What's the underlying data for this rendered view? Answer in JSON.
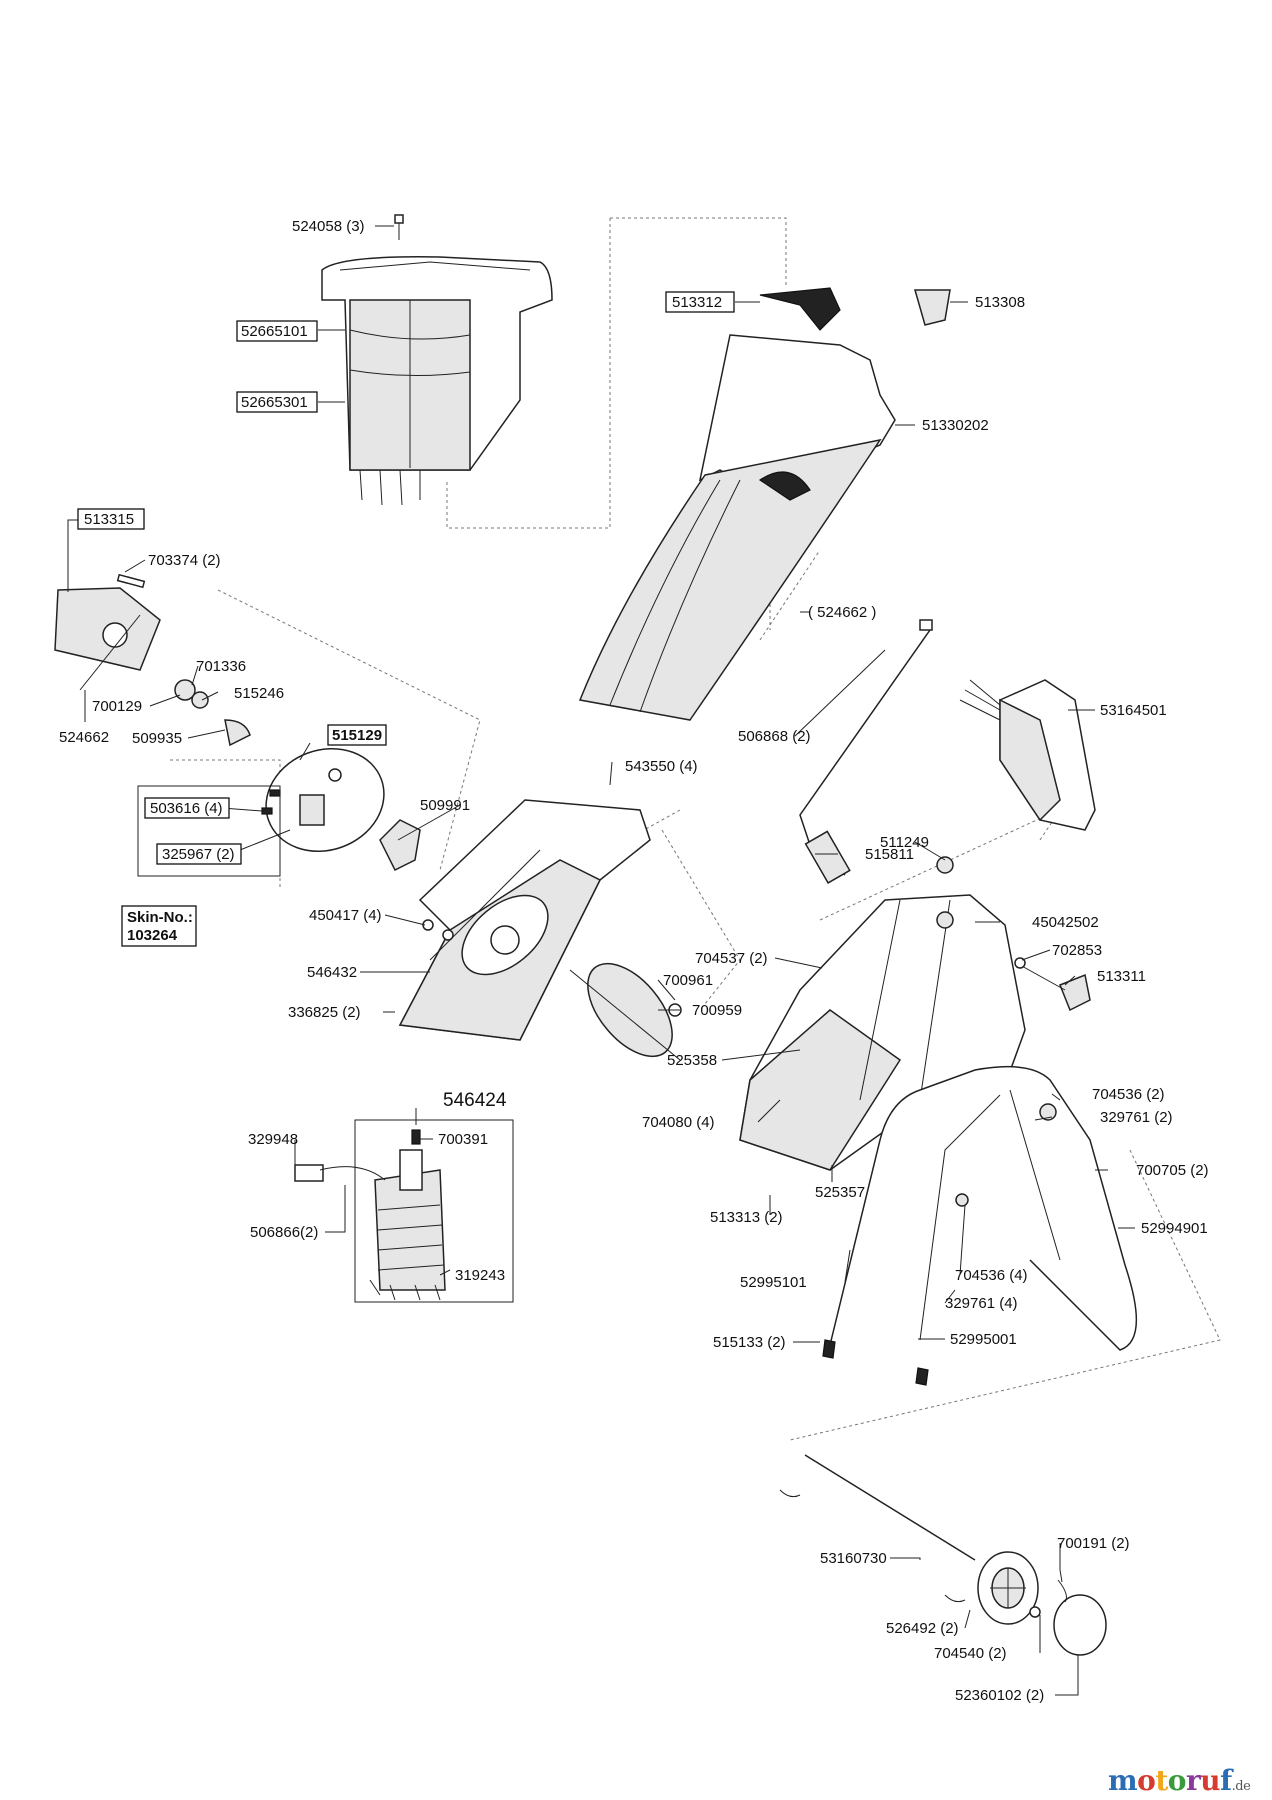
{
  "labels": {
    "l524058": "524058 (3)",
    "l52665101": "52665101",
    "l52665301": "52665301",
    "l513312": "513312",
    "l513308": "513308",
    "l51330202": "51330202",
    "l513315": "513315",
    "l703374": "703374 (2)",
    "l524662p": "( 524662 )",
    "l701336": "701336",
    "l700129": "700129",
    "l515246": "515246",
    "l524662": "524662",
    "l509935": "509935",
    "l515129": "515129",
    "l503616": "503616 (4)",
    "l325967": "325967 (2)",
    "l509991": "509991",
    "l543550": "543550 (4)",
    "l506868": "506868 (2)",
    "l53164501": "53164501",
    "l515811": "515811",
    "l511249": "511249",
    "l450417": "450417 (4)",
    "l45042502": "45042502",
    "l704537": "704537 (2)",
    "l702853": "702853",
    "l546432": "546432",
    "l700961": "700961",
    "l513311": "513311",
    "l336825": "336825 (2)",
    "l700959": "700959",
    "l525358": "525358",
    "l704536a": "704536 (2)",
    "l546424": "546424",
    "l704080": "704080 (4)",
    "l329761a": "329761 (2)",
    "l329948": "329948",
    "l700391": "700391",
    "l700705": "700705 (2)",
    "l525357": "525357",
    "l513313": "513313 (2)",
    "l506866": "506866(2)",
    "l52994901": "52994901",
    "l319243": "319243",
    "l52995101": "52995101",
    "l704536b": "704536 (4)",
    "l329761b": "329761 (4)",
    "l515133": "515133 (2)",
    "l52995001": "52995001",
    "l700191": "700191 (2)",
    "l53160730": "53160730",
    "l526492": "526492 (2)",
    "l704540": "704540 (2)",
    "l52360102": "52360102 (2)"
  },
  "skin": {
    "title": "Skin-No.:",
    "number": "103264"
  },
  "logo": {
    "name": "motoruf",
    "suffix": ".de",
    "colors": [
      "#2a6db5",
      "#d63b2f",
      "#f0a71c",
      "#3b9a3b",
      "#8a3b9a",
      "#d63b2f",
      "#2a6db5"
    ]
  },
  "icons": [
    "hopper-part",
    "chute-part",
    "motor-part",
    "blade-disc-part",
    "wheel-part",
    "frame-part"
  ]
}
